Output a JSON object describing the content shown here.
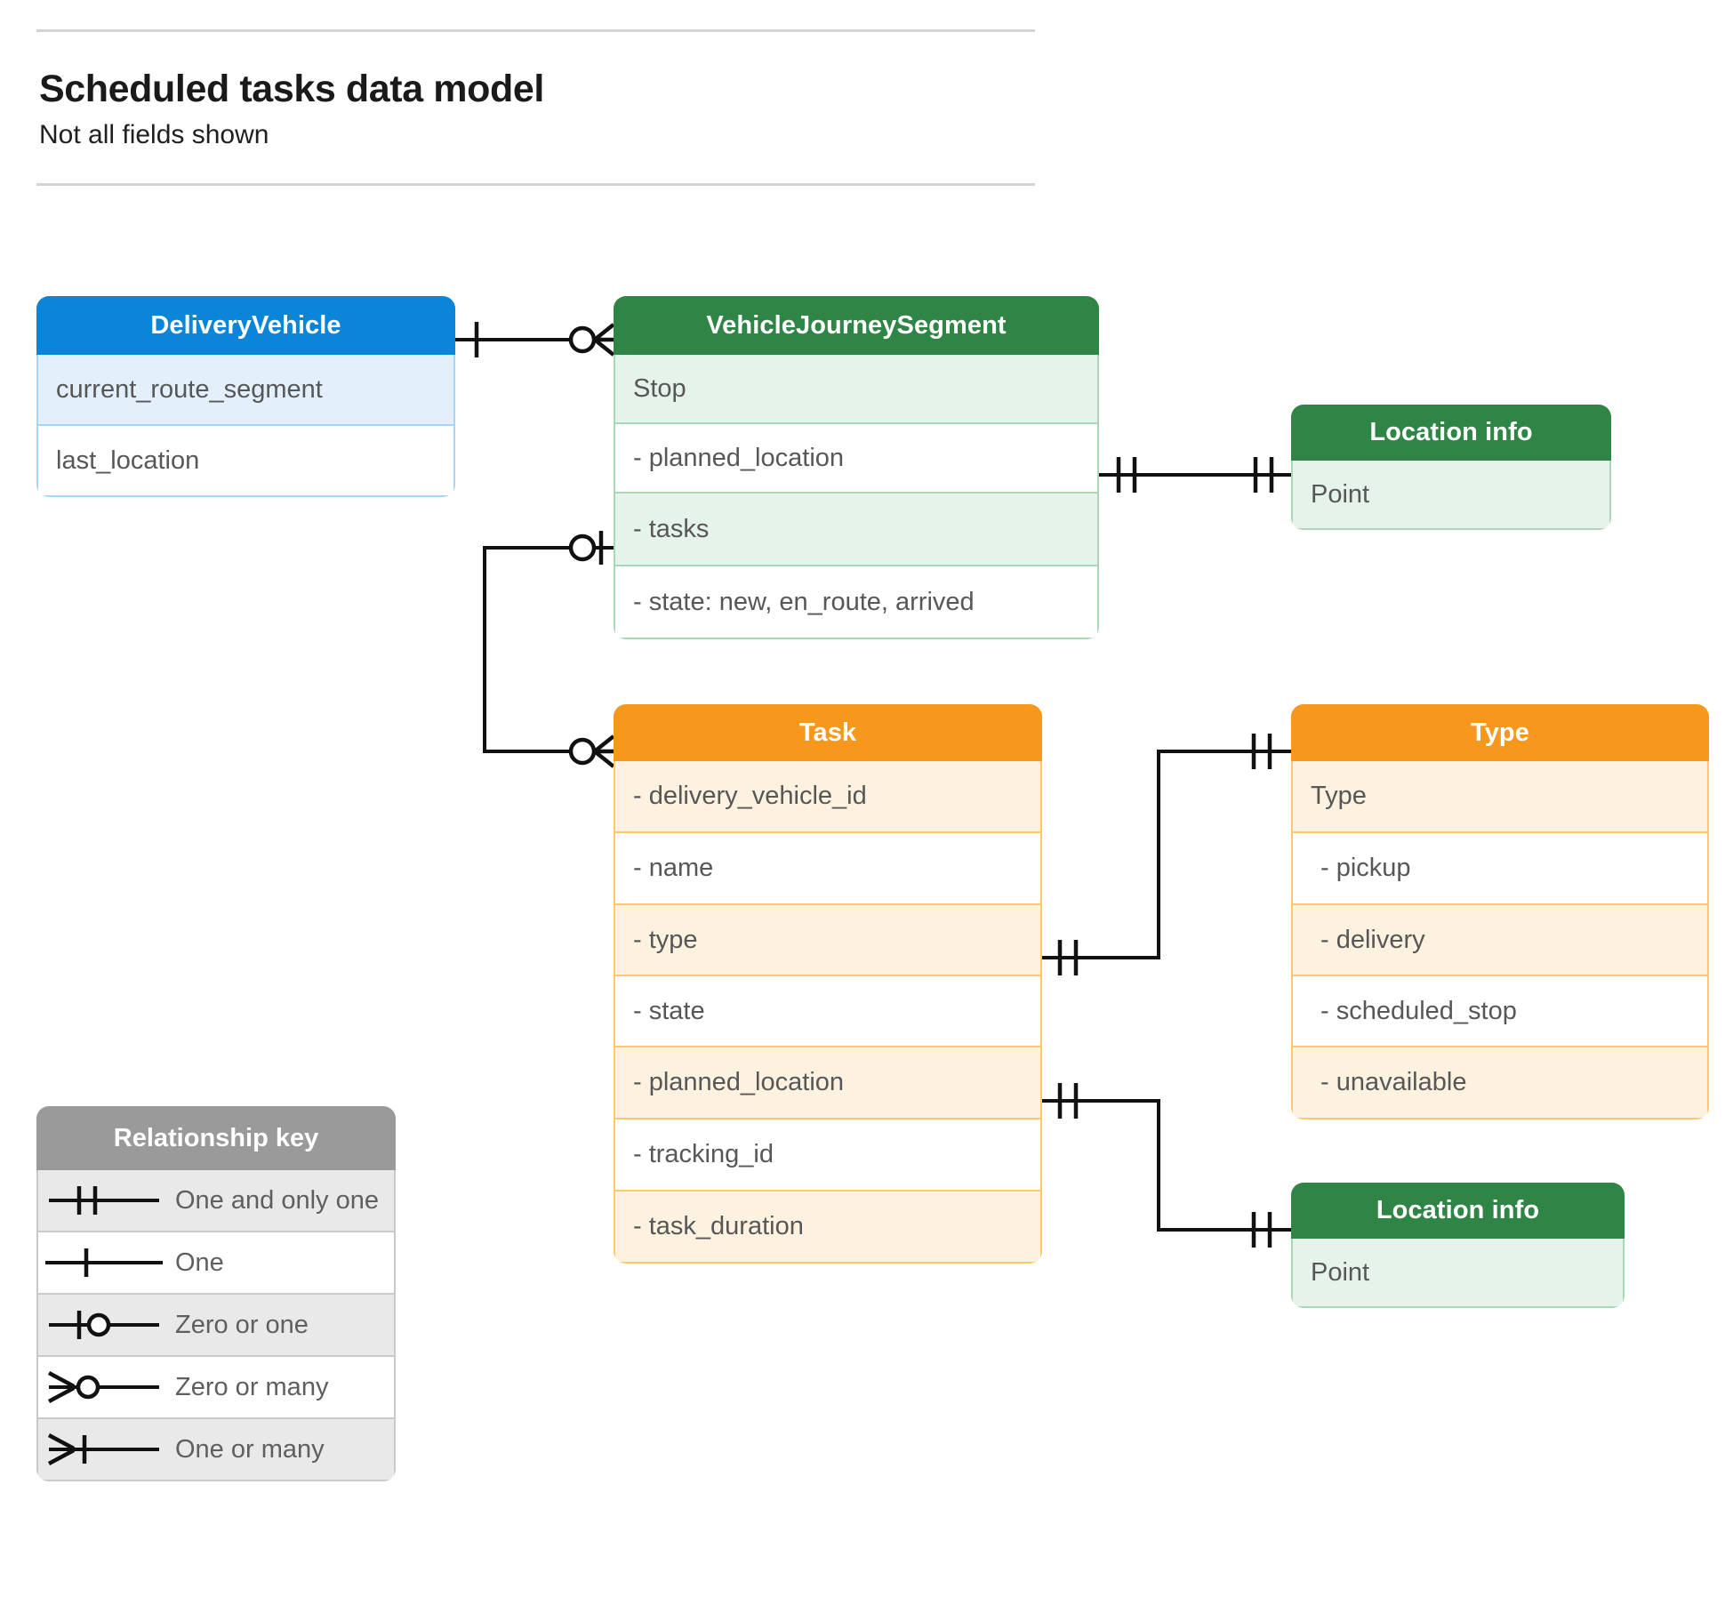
{
  "header": {
    "title": "Scheduled tasks data model",
    "subtitle": "Not all fields shown"
  },
  "entities": [
    {
      "id": "delivery-vehicle",
      "name": "DeliveryVehicle",
      "color": "#0b85d7",
      "rows": [
        "current_route_segment",
        "last_location"
      ]
    },
    {
      "id": "vehicle-journey-segment",
      "name": "VehicleJourneySegment",
      "color": "#2f8545",
      "rows": [
        "Stop",
        "-  planned_location",
        "- tasks",
        "- state: new, en_route, arrived"
      ]
    },
    {
      "id": "location-info-top",
      "name": "Location info",
      "color": "#2f8545",
      "rows": [
        "Point"
      ]
    },
    {
      "id": "task",
      "name": "Task",
      "color": "#f7981d",
      "rows": [
        "- delivery_vehicle_id",
        "- name",
        "- type",
        "- state",
        "- planned_location",
        "- tracking_id",
        "- task_duration"
      ]
    },
    {
      "id": "type",
      "name": "Type",
      "color": "#f7981d",
      "rows": [
        "Type",
        "-   pickup",
        "-   delivery",
        "-   scheduled_stop",
        "-   unavailable"
      ]
    },
    {
      "id": "location-info-bottom",
      "name": "Location info",
      "color": "#2f8545",
      "rows": [
        "Point"
      ]
    }
  ],
  "legend": {
    "title": "Relationship key",
    "items": [
      {
        "symbol": "one-and-only-one-symbol",
        "label": "One and only one"
      },
      {
        "symbol": "one-symbol",
        "label": "One"
      },
      {
        "symbol": "zero-or-one-symbol",
        "label": "Zero or one"
      },
      {
        "symbol": "zero-or-many-symbol",
        "label": "Zero or many"
      },
      {
        "symbol": "one-or-many-symbol",
        "label": "One or many"
      }
    ]
  },
  "relationships": [
    {
      "from": "delivery-vehicle",
      "from_cardinality": "one",
      "to": "vehicle-journey-segment",
      "to_cardinality": "zero-or-many"
    },
    {
      "from": "vehicle-journey-segment.planned_location",
      "from_cardinality": "one-and-only-one",
      "to": "location-info-top",
      "to_cardinality": "one-and-only-one"
    },
    {
      "from": "vehicle-journey-segment.tasks",
      "from_cardinality": "zero-or-one",
      "to": "task",
      "to_cardinality": "zero-or-many"
    },
    {
      "from": "task.type",
      "from_cardinality": "one-and-only-one",
      "to": "type",
      "to_cardinality": "one-and-only-one"
    },
    {
      "from": "task.planned_location",
      "from_cardinality": "one-and-only-one",
      "to": "location-info-bottom",
      "to_cardinality": "one-and-only-one"
    }
  ]
}
